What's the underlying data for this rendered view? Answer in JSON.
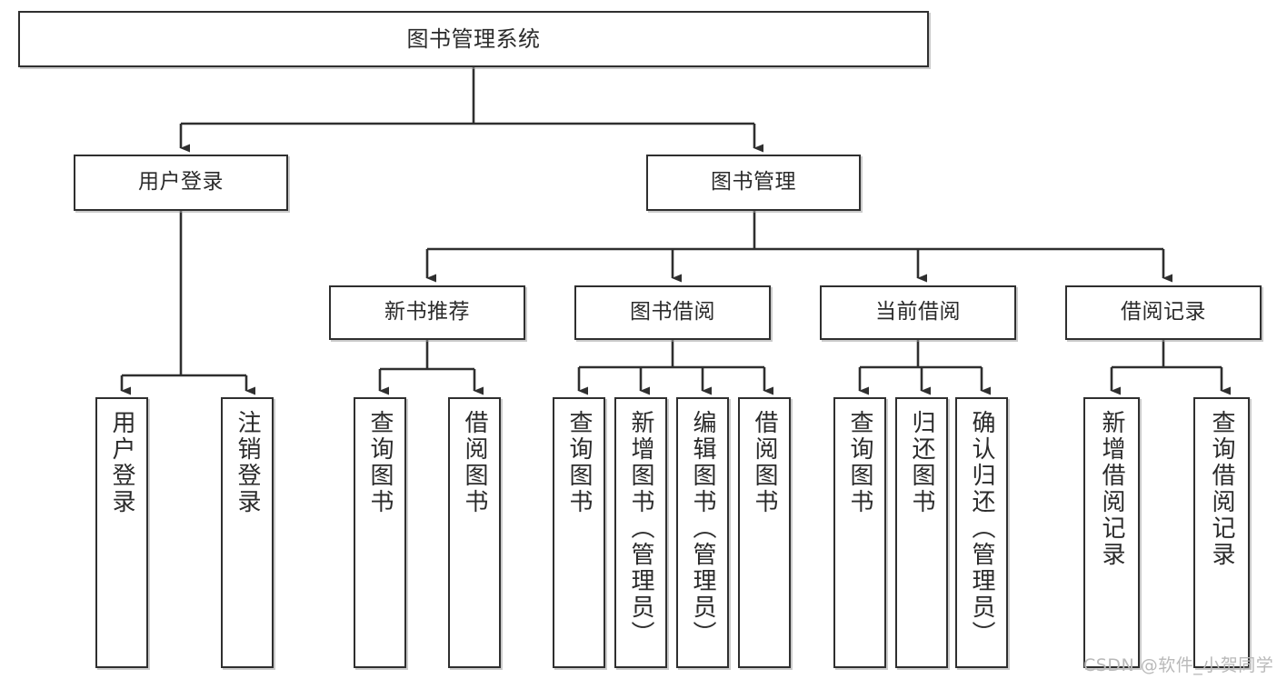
{
  "diagram": {
    "title": "图书管理系统",
    "type": "hierarchy-tree",
    "root": {
      "label": "图书管理系统"
    },
    "level1": [
      {
        "label": "用户登录"
      },
      {
        "label": "图书管理"
      }
    ],
    "level2": [
      {
        "label": "新书推荐"
      },
      {
        "label": "图书借阅"
      },
      {
        "label": "当前借阅"
      },
      {
        "label": "借阅记录"
      }
    ],
    "leaves": {
      "user_login": [
        {
          "label": "用户登录"
        },
        {
          "label": "注销登录"
        }
      ],
      "new_book_recommend": [
        {
          "label": "查询图书"
        },
        {
          "label": "借阅图书"
        }
      ],
      "book_borrow": [
        {
          "label": "查询图书"
        },
        {
          "label": "新增图书（管理员）"
        },
        {
          "label": "编辑图书（管理员）"
        },
        {
          "label": "借阅图书"
        }
      ],
      "current_borrow": [
        {
          "label": "查询图书"
        },
        {
          "label": "归还图书"
        },
        {
          "label": "确认归还（管理员）"
        }
      ],
      "borrow_record": [
        {
          "label": "新增借阅记录"
        },
        {
          "label": "查询借阅记录"
        }
      ]
    }
  },
  "watermark": {
    "text": "CSDN @软件_小贺同学"
  },
  "colors": {
    "border": "#2f2f2f",
    "text": "#2b2b2b",
    "background": "#ffffff",
    "watermark": "#b9b9b9"
  }
}
